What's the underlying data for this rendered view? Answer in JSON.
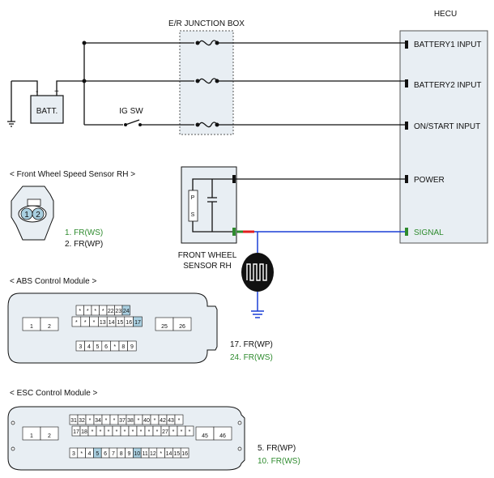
{
  "titles": {
    "junction_box": "E/R JUNCTION BOX",
    "hecu": "HECU",
    "batt": "BATT.",
    "ig_sw": "IG SW",
    "ps_p": "P",
    "ps_s": "S",
    "sensor_line1": "FRONT WHEEL",
    "sensor_line2": "SENSOR RH"
  },
  "hecu_pins": {
    "battery1": "BATTERY1 INPUT",
    "battery2": "BATTERY2 INPUT",
    "on_start": "ON/START INPUT",
    "power": "POWER",
    "signal": "SIGNAL"
  },
  "front_sensor_connector": {
    "caption": "< Front Wheel Speed Sensor RH >",
    "pin1": "1",
    "pin2": "2",
    "legend": [
      "1. FR(WS)",
      "2. FR(WP)"
    ]
  },
  "abs_module": {
    "caption": "< ABS Control Module >",
    "left_pins": [
      "1",
      "2"
    ],
    "top_row": [
      "*",
      "*",
      "*",
      "*",
      "22",
      "23",
      "24"
    ],
    "mid_row": [
      "*",
      "*",
      "*",
      "13",
      "14",
      "15",
      "16",
      "17"
    ],
    "right_pins": [
      "25",
      "26"
    ],
    "bottom_row": [
      "3",
      "4",
      "5",
      "6",
      "*",
      "8",
      "9"
    ],
    "legend": [
      "17. FR(WP)",
      "24. FR(WS)"
    ]
  },
  "esc_module": {
    "caption": "< ESC Control Module >",
    "left_pins": [
      "1",
      "2"
    ],
    "row1": [
      "31",
      "32",
      "*",
      "34",
      "*",
      "*",
      "37",
      "38",
      "*",
      "40",
      "*",
      "42",
      "43",
      "*"
    ],
    "row2": [
      "17",
      "18",
      "*",
      "*",
      "*",
      "*",
      "*",
      "*",
      "*",
      "*",
      "*",
      "27",
      "*",
      "*",
      "*"
    ],
    "row3": [
      "3",
      "*",
      "4",
      "5",
      "6",
      "7",
      "8",
      "9",
      "10",
      "11",
      "12",
      "*",
      "14",
      "15",
      "16"
    ],
    "right_pins": [
      "45",
      "46"
    ],
    "legend": [
      "5. FR(WP)",
      "10. FR(WS)"
    ]
  },
  "colors": {
    "signal_green": "#2e8b2e",
    "wire_blue": "#1a3fd6",
    "highlight_blue": "#a9cfe0",
    "wire_red": "#e01f1f"
  }
}
